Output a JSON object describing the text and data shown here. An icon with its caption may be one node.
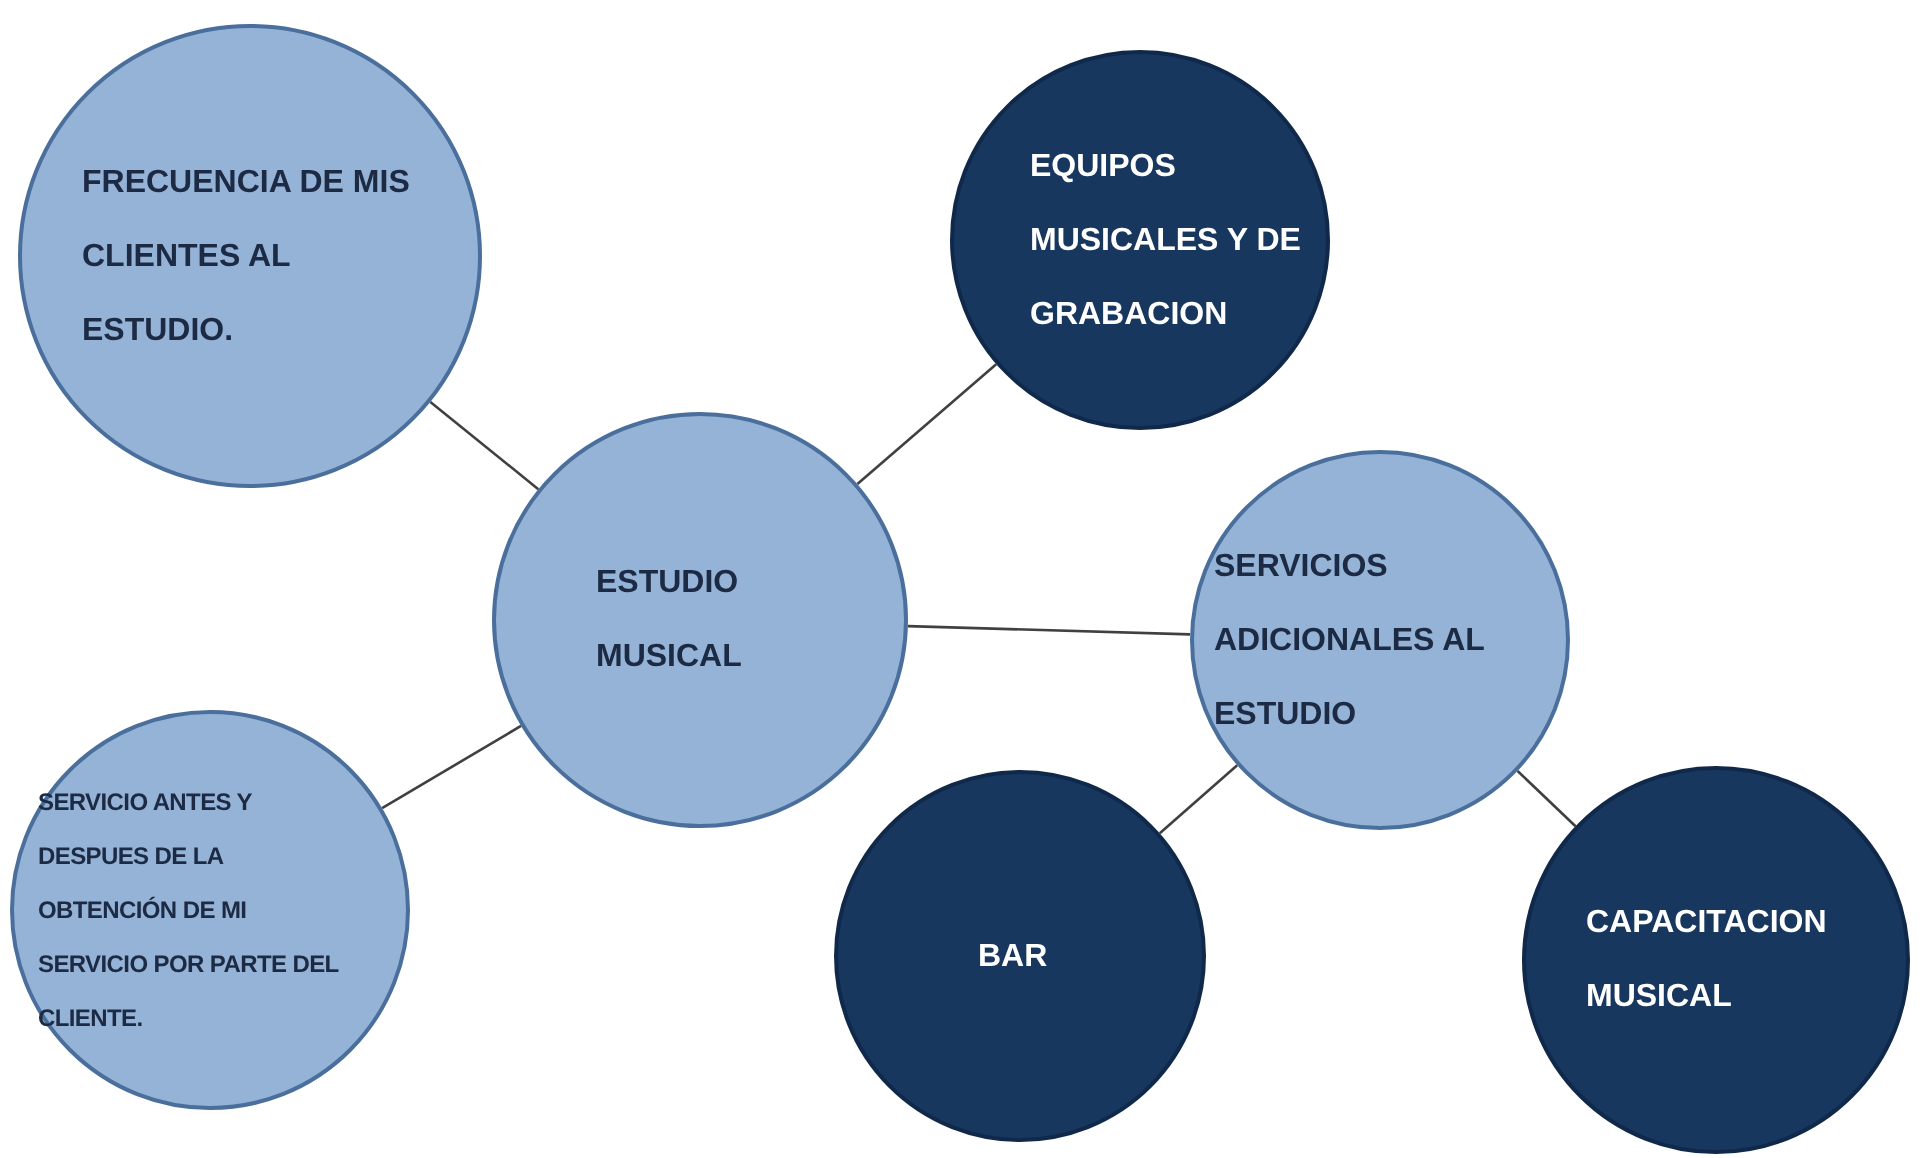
{
  "diagram": {
    "nodes": [
      {
        "text": [
          "FRECUENCIA DE MIS CLIENTES AL ESTUDIO."
        ]
      },
      {
        "text": [
          "EQUIPOS MUSICALES Y DE GRABACION"
        ]
      },
      {
        "text": [
          "ESTUDIO MUSICAL"
        ]
      },
      {
        "text": [
          "SERVICIOS ADICIONALES AL ESTUDIO"
        ]
      },
      {
        "text": [
          "SERVICIO ANTES Y DESPUES DE LA OBTENCIÓN DE MI SERVICIO POR PARTE DEL CLIENTE."
        ]
      },
      {
        "text": [
          "BAR"
        ]
      },
      {
        "text": [
          "CAPACITACION MUSICAL"
        ]
      }
    ],
    "edges": [
      {
        "from": 2,
        "to": 0,
        "arrow": "none"
      },
      {
        "from": 2,
        "to": 1,
        "arrow": "none"
      },
      {
        "from": 2,
        "to": 3,
        "arrow": "none"
      },
      {
        "from": 2,
        "to": 4,
        "arrow": "none"
      },
      {
        "from": 3,
        "to": 5,
        "arrow": "none"
      },
      {
        "from": 3,
        "to": 6,
        "arrow": "none"
      }
    ]
  }
}
